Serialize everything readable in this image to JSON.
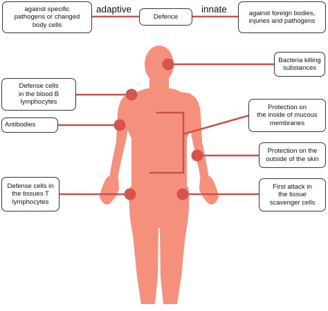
{
  "diagram": {
    "colors": {
      "body": "#f4907c",
      "dot": "#d8534f",
      "line": "#c9514a",
      "box_border": "#333333"
    },
    "top": {
      "adaptive_label": "adaptive",
      "innate_label": "innate",
      "defence_label": "Defence",
      "adaptive_desc": "against specific\npathogens or changed\nbody cells",
      "innate_desc": "against foreign bodies,\ninjuries and pathogens"
    },
    "left_labels": {
      "b_cells": "Defense cells\nin the blood B\nlymphocytes",
      "antibodies": "Antibodies",
      "t_cells": "Defense cells in\nthe tissues T\nlymphocytes"
    },
    "right_labels": {
      "bacteria": "Bacteria killing\nsubstances",
      "mucous": "Protection on\nthe inside of mucous\nmembranes",
      "skin": "Protection on the\noutside of the skin",
      "scavenger": "First attack in\nthe tissue\nscavenger cells"
    }
  }
}
